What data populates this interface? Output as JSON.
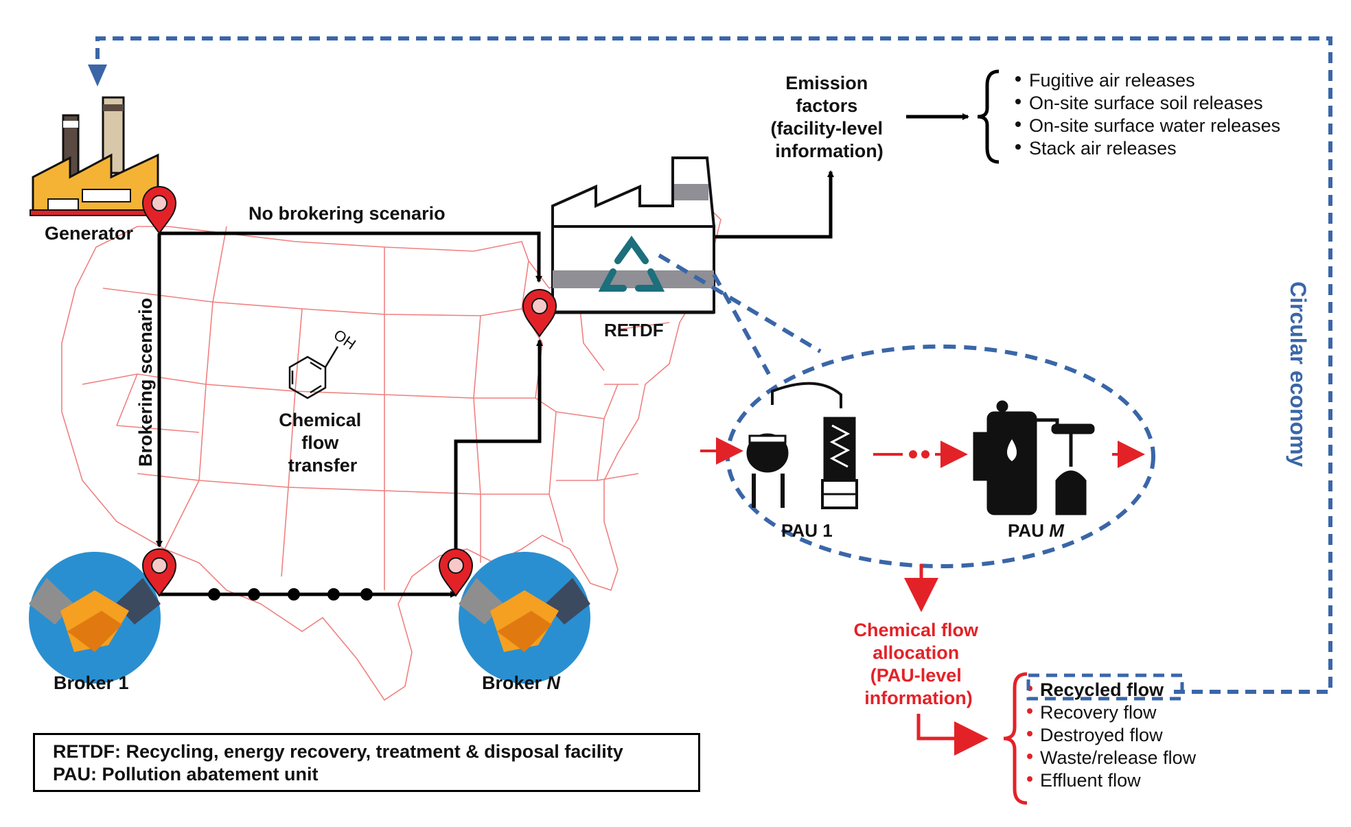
{
  "labels": {
    "generator": "Generator",
    "no_brokering": "No brokering scenario",
    "brokering": "Brokering scenario",
    "retdf": "RETDF",
    "chem_transfer": [
      "Chemical",
      "flow",
      "transfer"
    ],
    "broker1": "Broker 1",
    "brokerN_prefix": "Broker ",
    "brokerN_italic": "N",
    "emission": [
      "Emission",
      "factors",
      "(facility-level",
      "information)"
    ],
    "pau1": "PAU 1",
    "pauM_prefix": "PAU ",
    "pauM_italic": "M",
    "allocation": [
      "Chemical flow",
      "allocation",
      "(PAU-level",
      "information)"
    ],
    "circular": "Circular economy",
    "oh": "OH"
  },
  "emission_items": [
    "Fugitive air releases",
    "On-site surface soil releases",
    "On-site surface water releases",
    "Stack air releases"
  ],
  "flow_items": [
    "Recycled flow",
    "Recovery flow",
    "Destroyed flow",
    "Waste/release flow",
    "Effluent flow"
  ],
  "legend": {
    "line1": "RETDF: Recycling, energy recovery, treatment & disposal facility",
    "line2": "PAU: Pollution abatement unit"
  },
  "colors": {
    "dashed_blue": "#3a66a8",
    "red": "#e32228",
    "map_line": "#f08080",
    "factory_orange": "#f5b335",
    "recycle": "#1c6f7c",
    "handshake_blue": "#2a8fd0"
  }
}
